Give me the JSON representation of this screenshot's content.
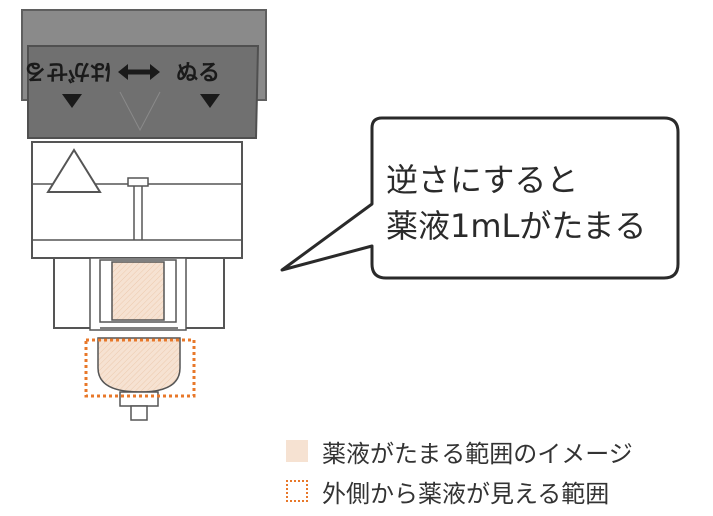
{
  "cap": {
    "label_left": "はがせる",
    "label_right": "ぬる"
  },
  "callout": {
    "line1": "逆さにすると",
    "line2": "薬液1mLがたまる"
  },
  "legend": {
    "filled_label": "薬液がたまる範囲のイメージ",
    "outlined_label": "外側から薬液が見える範囲"
  },
  "colors": {
    "cap_top": "#8a8a8a",
    "cap_bottom": "#6f6f6f",
    "liquid_fill": "#f6e2d2",
    "visible_outline": "#e8782a"
  }
}
